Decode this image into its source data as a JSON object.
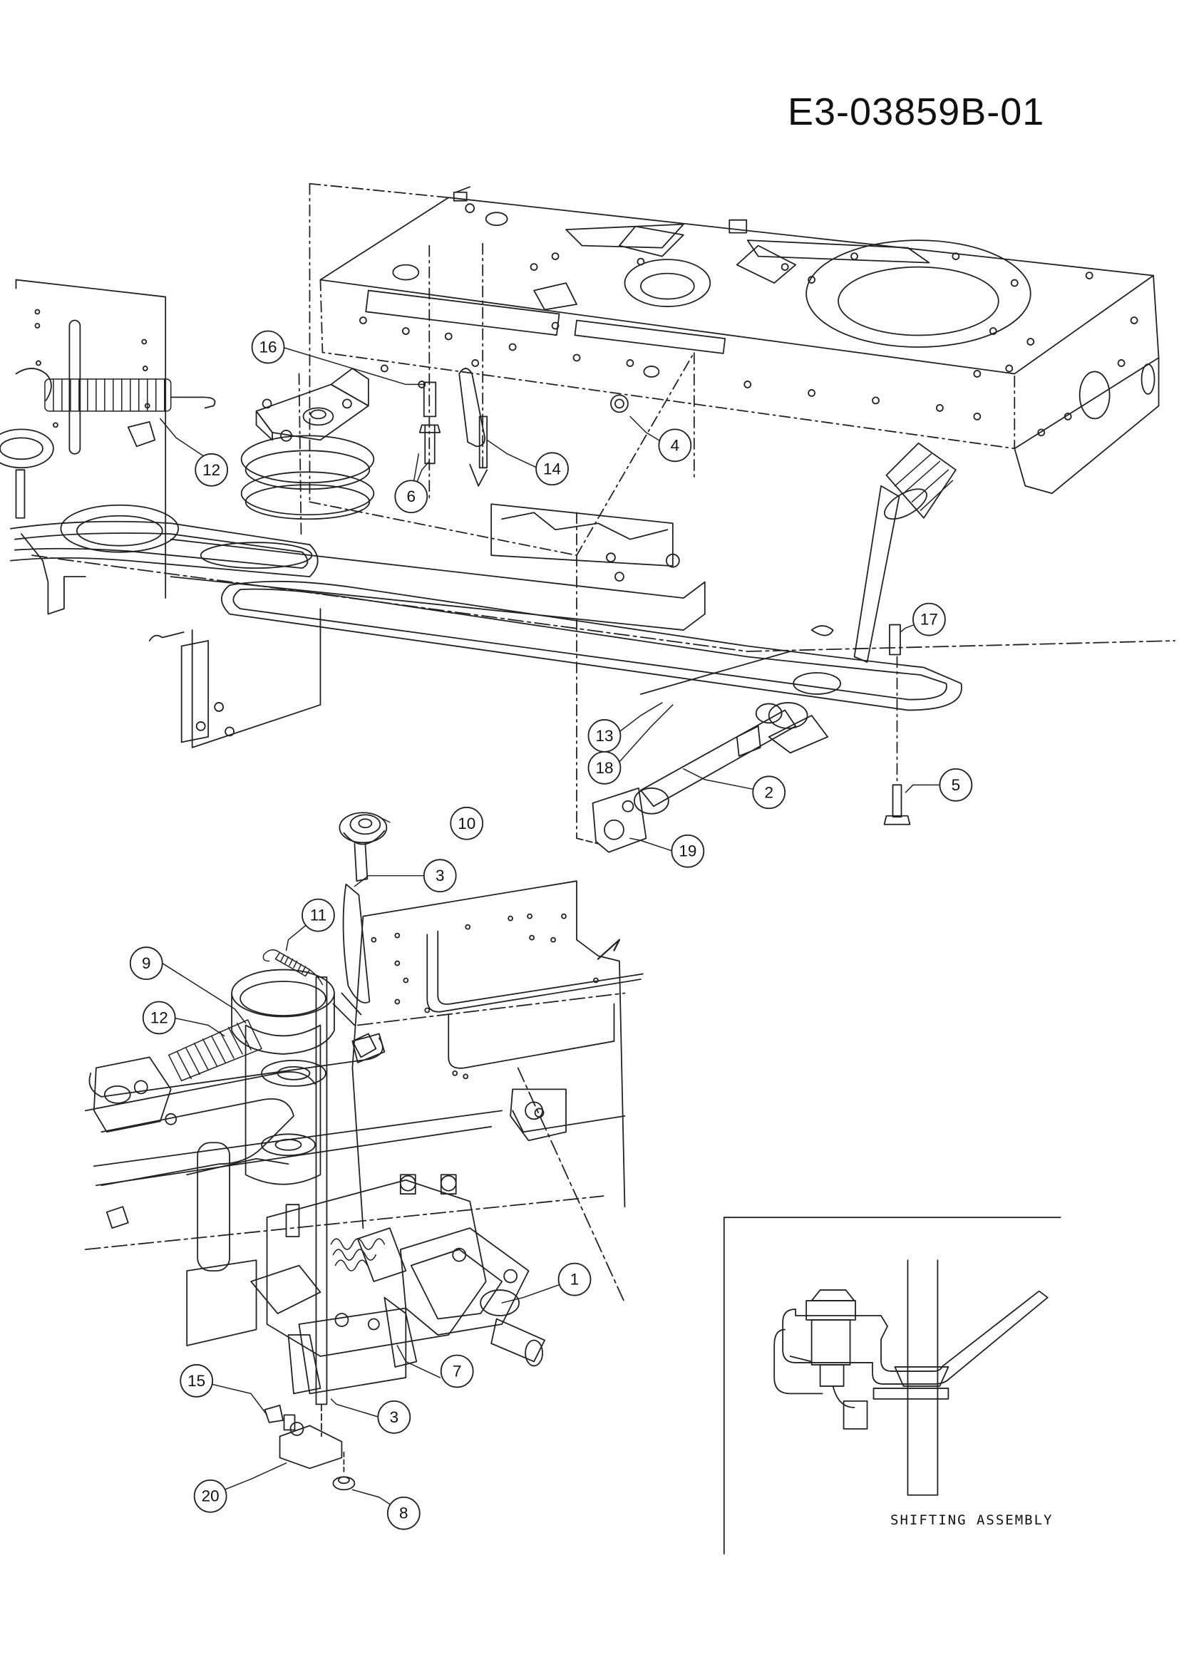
{
  "header": {
    "doc_number": "E3-03859B-01"
  },
  "inset": {
    "caption": "SHIFTING ASSEMBLY"
  },
  "callouts": [
    {
      "id": "c1",
      "label": "1"
    },
    {
      "id": "c2",
      "label": "2"
    },
    {
      "id": "c3a",
      "label": "3"
    },
    {
      "id": "c3b",
      "label": "3"
    },
    {
      "id": "c4",
      "label": "4"
    },
    {
      "id": "c5",
      "label": "5"
    },
    {
      "id": "c6",
      "label": "6"
    },
    {
      "id": "c7",
      "label": "7"
    },
    {
      "id": "c8",
      "label": "8"
    },
    {
      "id": "c9",
      "label": "9"
    },
    {
      "id": "c10",
      "label": "10"
    },
    {
      "id": "c11",
      "label": "11"
    },
    {
      "id": "c12a",
      "label": "12"
    },
    {
      "id": "c12b",
      "label": "12"
    },
    {
      "id": "c13",
      "label": "13"
    },
    {
      "id": "c14",
      "label": "14"
    },
    {
      "id": "c15",
      "label": "15"
    },
    {
      "id": "c16",
      "label": "16"
    },
    {
      "id": "c17",
      "label": "17"
    },
    {
      "id": "c18",
      "label": "18"
    },
    {
      "id": "c19",
      "label": "19"
    },
    {
      "id": "c20",
      "label": "20"
    }
  ]
}
